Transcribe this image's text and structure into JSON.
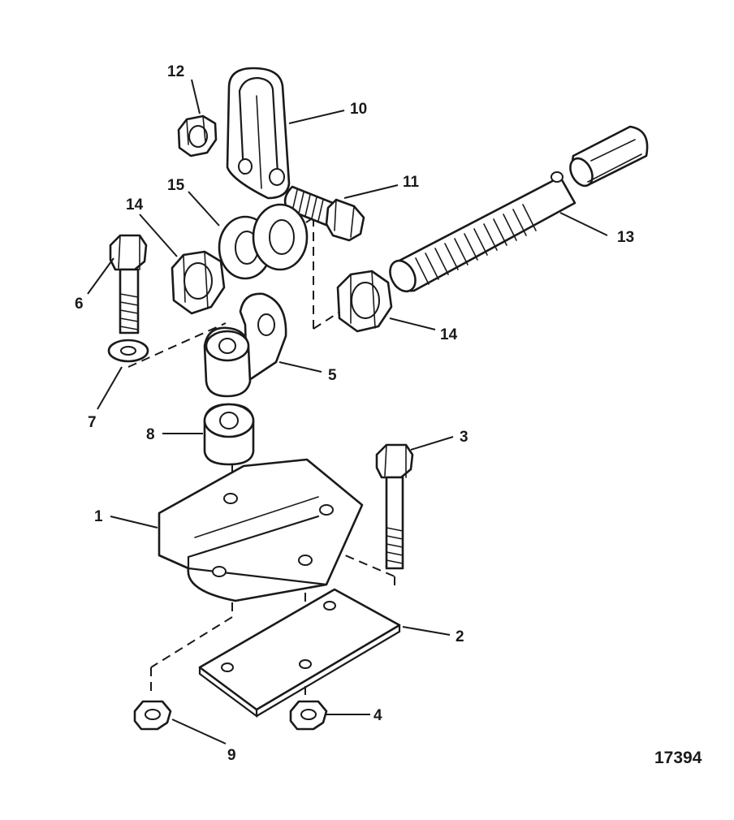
{
  "figure_number": "17394",
  "callouts": {
    "c1": "1",
    "c2": "2",
    "c3": "3",
    "c4": "4",
    "c5": "5",
    "c6": "6",
    "c7": "7",
    "c8": "8",
    "c9": "9",
    "c10": "10",
    "c11": "11",
    "c12": "12",
    "c13": "13",
    "c14a": "14",
    "c14b": "14",
    "c15": "15"
  },
  "colors": {
    "ink": "#1a1a1a",
    "paper": "#ffffff",
    "shade": "#d9d9d9"
  }
}
